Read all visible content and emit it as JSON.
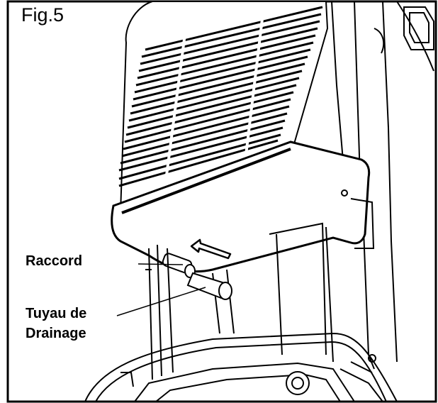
{
  "figure": {
    "label": "Fig.5"
  },
  "callouts": {
    "raccord": "Raccord",
    "tuyau_line1": "Tuyau de",
    "tuyau_line2": "Drainage"
  }
}
